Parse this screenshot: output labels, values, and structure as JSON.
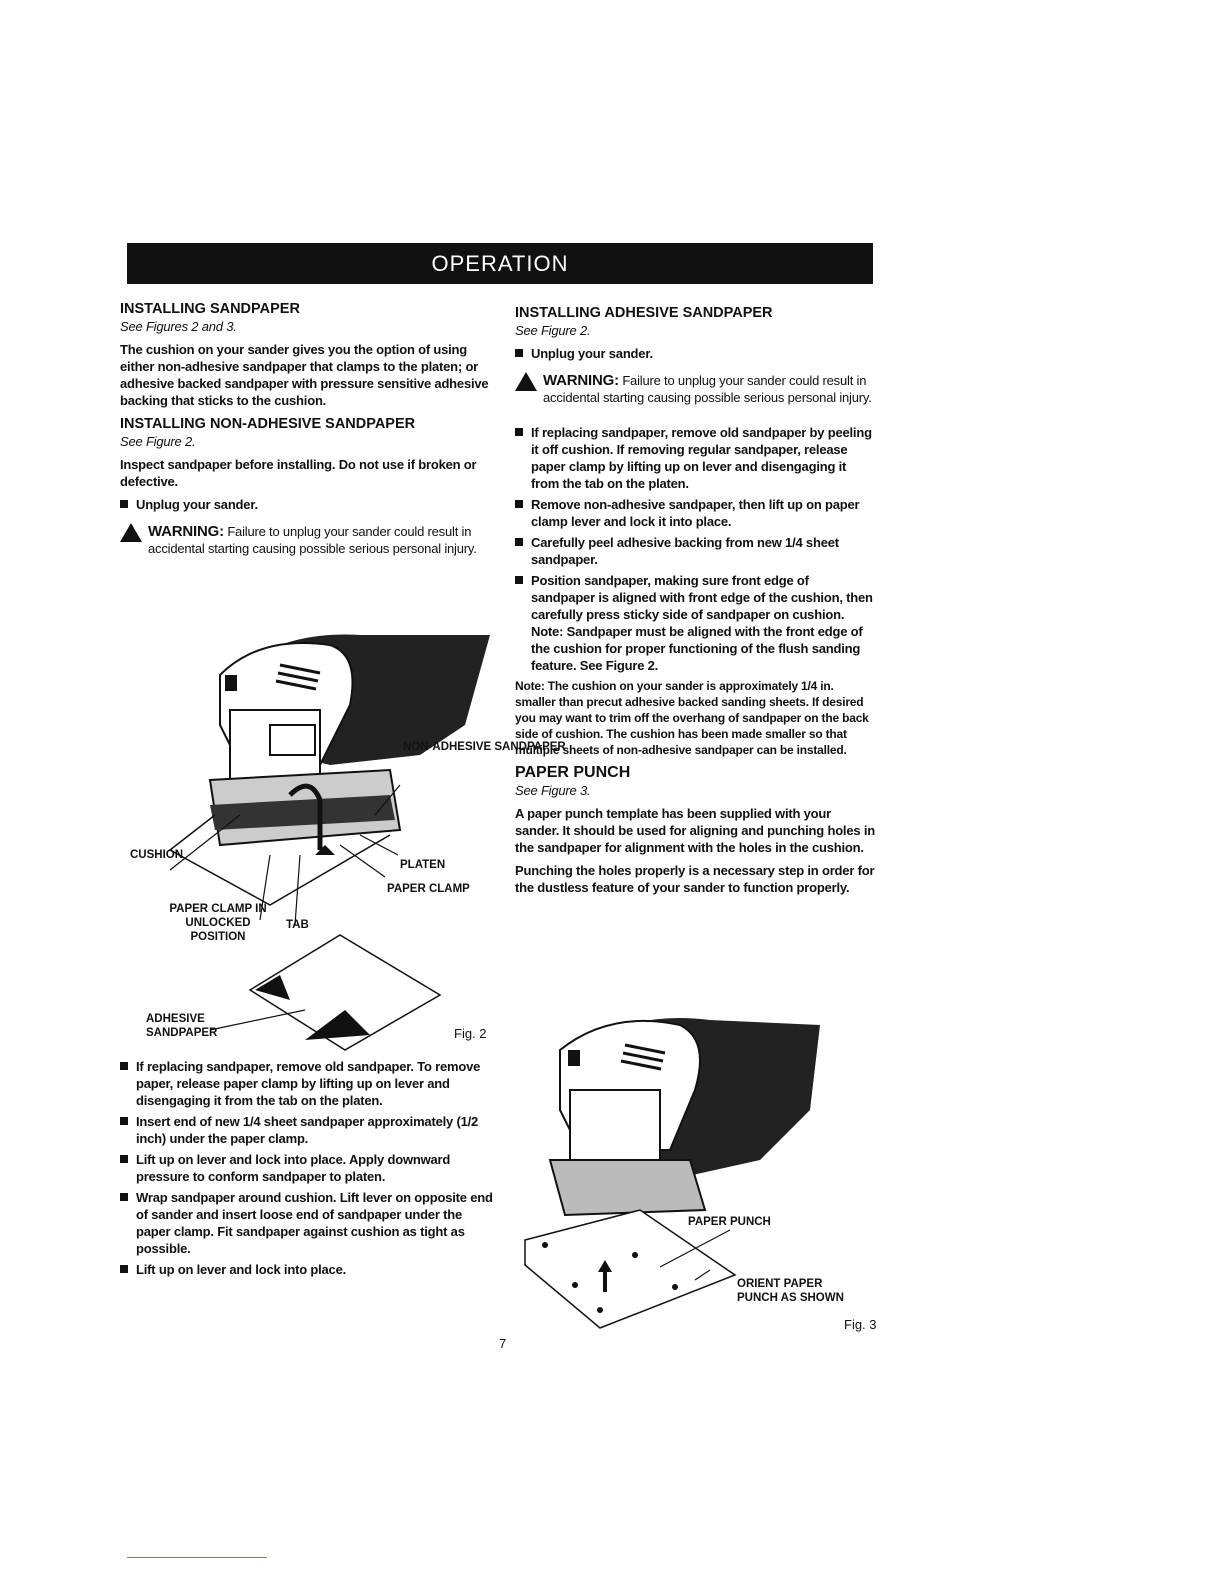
{
  "header": {
    "title": "OPERATION"
  },
  "left": {
    "s1": {
      "title": "INSTALLING SANDPAPER",
      "see": "See Figures 2 and 3.",
      "body": "The cushion on your sander gives you the option of using either non-adhesive sandpaper that clamps to the platen; or adhesive backed sandpaper with pressure sensitive adhesive backing that sticks to the cushion."
    },
    "s2": {
      "title": "INSTALLING NON-ADHESIVE SANDPAPER",
      "see": "See Figure 2.",
      "body": "Inspect sandpaper before installing. Do not use if broken or defective.",
      "bullet": "Unplug your sander.",
      "warning_label": "WARNING:",
      "warning_text": "Failure to unplug your sander could result in accidental starting causing possible serious personal injury."
    },
    "fig2": {
      "labels": {
        "non_adhesive": "NON-ADHESIVE SANDPAPER",
        "cushion": "CUSHION",
        "platen": "PLATEN",
        "paper_clamp": "PAPER CLAMP",
        "clamp_unlocked": "PAPER CLAMP IN UNLOCKED POSITION",
        "tab": "TAB",
        "adhesive": "ADHESIVE SANDPAPER"
      },
      "caption": "Fig. 2"
    },
    "bullets": [
      "If replacing sandpaper, remove old sandpaper. To remove paper, release paper clamp by lifting up on lever and disengaging it from the tab on the platen.",
      "Insert end of new 1/4 sheet sandpaper approximately (1/2 inch) under the paper clamp.",
      "Lift up on lever and lock into place. Apply downward pressure to conform sandpaper to platen.",
      "Wrap sandpaper around cushion. Lift lever on opposite end of sander and insert loose end of sandpaper under the paper clamp. Fit sandpaper against cushion as tight as possible.",
      "Lift up on lever and lock into place."
    ]
  },
  "right": {
    "s1": {
      "title": "INSTALLING ADHESIVE SANDPAPER",
      "see": "See Figure 2.",
      "bullet": "Unplug your sander.",
      "warning_label": "WARNING:",
      "warning_text": "Failure to unplug your sander could result in accidental starting causing possible serious personal injury."
    },
    "bullets": [
      "If replacing sandpaper, remove old sandpaper by peeling it off cushion. If removing regular sandpaper, release paper clamp by lifting up on lever and disengaging it from the tab on the platen.",
      "Remove non-adhesive sandpaper, then lift up on paper clamp lever and lock it into place.",
      "Carefully peel adhesive backing from new 1/4 sheet sandpaper.",
      "Position sandpaper, making sure front edge of sandpaper is aligned with front edge of the cushion, then carefully press sticky side of sandpaper on cushion. Note: Sandpaper must be aligned with the front edge of the cushion for proper functioning of the flush sanding feature. See Figure 2."
    ],
    "note": "Note: The cushion on your sander is approximately 1/4 in. smaller than precut adhesive backed sanding sheets. If desired you may want to trim off the overhang of sandpaper on the back side of cushion. The cushion has been made smaller so that multiple sheets of non-adhesive sandpaper can be installed.",
    "s2": {
      "title": "PAPER PUNCH",
      "see": "See Figure 3.",
      "p1": "A paper punch template has been supplied with your sander. It should be used for aligning and punching holes in the sandpaper for alignment with the holes in the cushion.",
      "p2": "Punching the holes properly is a necessary step in order for the dustless feature of your sander to function properly."
    },
    "fig3": {
      "labels": {
        "punch": "PAPER PUNCH",
        "orient": "ORIENT PAPER PUNCH AS SHOWN"
      },
      "caption": "Fig. 3"
    }
  },
  "footer": {
    "page_number": "7"
  }
}
